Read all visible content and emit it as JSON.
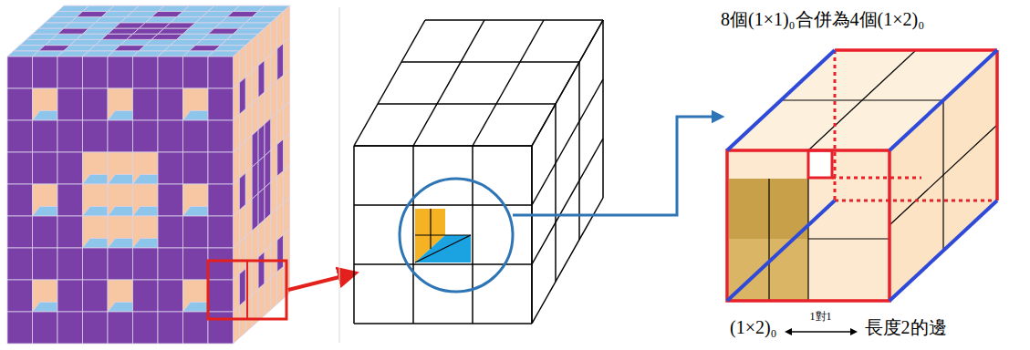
{
  "diagram": {
    "labels": [
      "8個(1×1)₀合併為4個(1×2)₀",
      "(1×2)₀",
      "1對1",
      "長度2的邊"
    ]
  }
}
